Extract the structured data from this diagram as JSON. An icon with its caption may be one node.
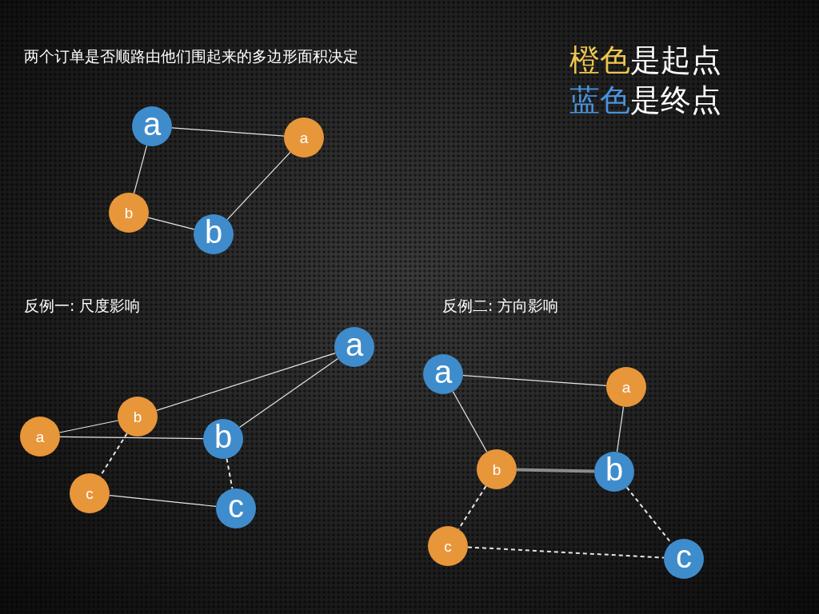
{
  "diagram": {
    "title": "两个订单是否顺路由他们围起来的多边形面积决定",
    "nodes": [
      {
        "text": [
          "a"
        ]
      },
      {
        "text": [
          "a"
        ]
      },
      {
        "text": [
          "b"
        ]
      },
      {
        "text": [
          "b"
        ]
      },
      {
        "text": [
          "a"
        ]
      },
      {
        "text": [
          "b"
        ]
      },
      {
        "text": [
          "a"
        ]
      },
      {
        "text": [
          "b"
        ]
      },
      {
        "text": [
          "c"
        ]
      },
      {
        "text": [
          "c"
        ]
      },
      {
        "text": [
          "a"
        ]
      },
      {
        "text": [
          "a"
        ]
      },
      {
        "text": [
          "b"
        ]
      },
      {
        "text": [
          "b"
        ]
      },
      {
        "text": [
          "c"
        ]
      },
      {
        "text": [
          "c"
        ]
      }
    ],
    "edges": [
      {
        "from": 0,
        "to": 1,
        "arrow": "none"
      },
      {
        "from": 0,
        "to": 2,
        "arrow": "none"
      },
      {
        "from": 2,
        "to": 3,
        "arrow": "none"
      },
      {
        "from": 3,
        "to": 1,
        "arrow": "none"
      },
      {
        "from": 6,
        "to": 5,
        "arrow": "none"
      },
      {
        "from": 5,
        "to": 4,
        "arrow": "none"
      },
      {
        "from": 6,
        "to": 7,
        "arrow": "none"
      },
      {
        "from": 7,
        "to": 4,
        "arrow": "none"
      },
      {
        "from": 5,
        "to": 8,
        "arrow": "none",
        "style": "dashed"
      },
      {
        "from": 7,
        "to": 9,
        "arrow": "none",
        "style": "dashed"
      },
      {
        "from": 8,
        "to": 9,
        "arrow": "none"
      },
      {
        "from": 10,
        "to": 11,
        "arrow": "none"
      },
      {
        "from": 10,
        "to": 12,
        "arrow": "none"
      },
      {
        "from": 11,
        "to": 13,
        "arrow": "none"
      },
      {
        "from": 12,
        "to": 13,
        "arrow": "none",
        "style": "thick",
        "color": "#8c8c8c"
      },
      {
        "from": 12,
        "to": 14,
        "arrow": "none",
        "style": "dashed"
      },
      {
        "from": 13,
        "to": 15,
        "arrow": "none",
        "style": "dashed"
      },
      {
        "from": 14,
        "to": 15,
        "arrow": "none",
        "style": "dashed"
      }
    ],
    "labels": [
      "反例一: 尺度影响",
      "反例二: 方向影响"
    ],
    "legend": [
      {
        "text": "橙色是起点",
        "color": "#eec64e"
      },
      {
        "text": "蓝色是终点",
        "color": "#4a93de"
      }
    ]
  }
}
